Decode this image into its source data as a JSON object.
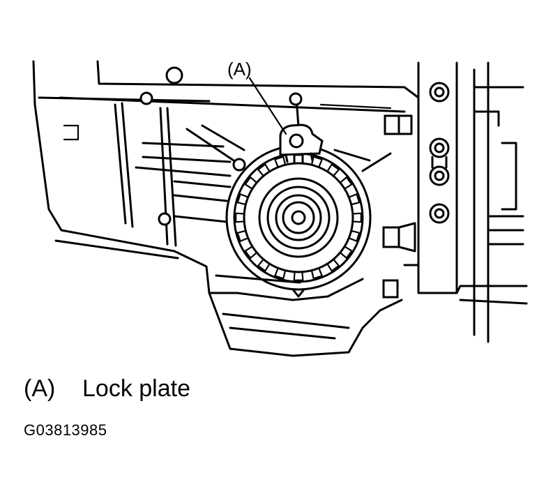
{
  "callout": {
    "label": "(A)"
  },
  "legend": {
    "code": "(A)",
    "text": "Lock plate"
  },
  "figure_id": "G03813985",
  "colors": {
    "ink": "#000000",
    "background": "#ffffff"
  }
}
